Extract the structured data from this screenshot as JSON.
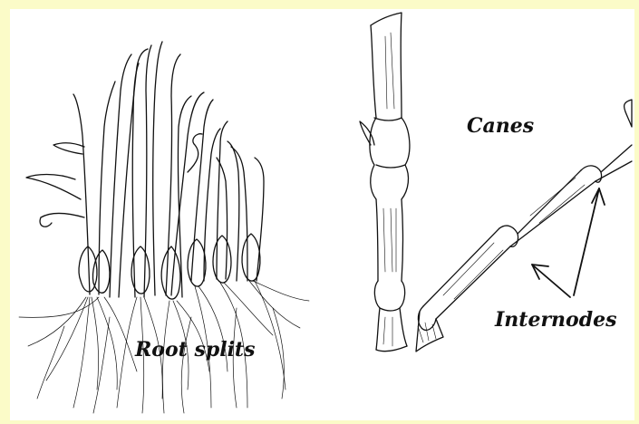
{
  "labels": {
    "root_splits": "Root splits",
    "canes": "Canes",
    "internodes": "Internodes"
  },
  "colors": {
    "background": "#fbfbc8",
    "ink": "#111111",
    "paper": "#ffffff"
  }
}
